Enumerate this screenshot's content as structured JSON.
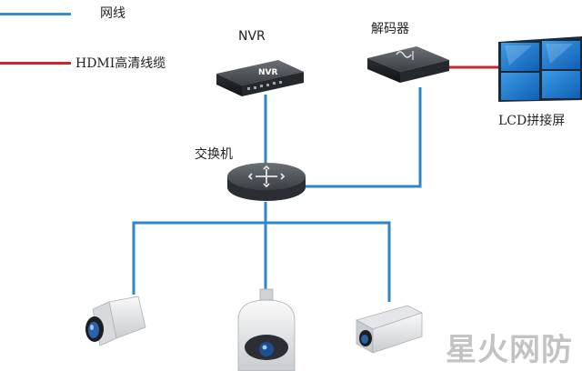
{
  "legend": {
    "network_label": "网线",
    "network_color": "#3a8ed0",
    "hdmi_label": "HDMI高清线缆",
    "hdmi_color": "#c8262c"
  },
  "nodes": {
    "nvr_label": "NVR",
    "nvr_device_text": "NVR",
    "decoder_label": "解码器",
    "switch_label": "交换机",
    "lcd_label": "LCD拼接屏"
  },
  "watermark": "星火网防"
}
